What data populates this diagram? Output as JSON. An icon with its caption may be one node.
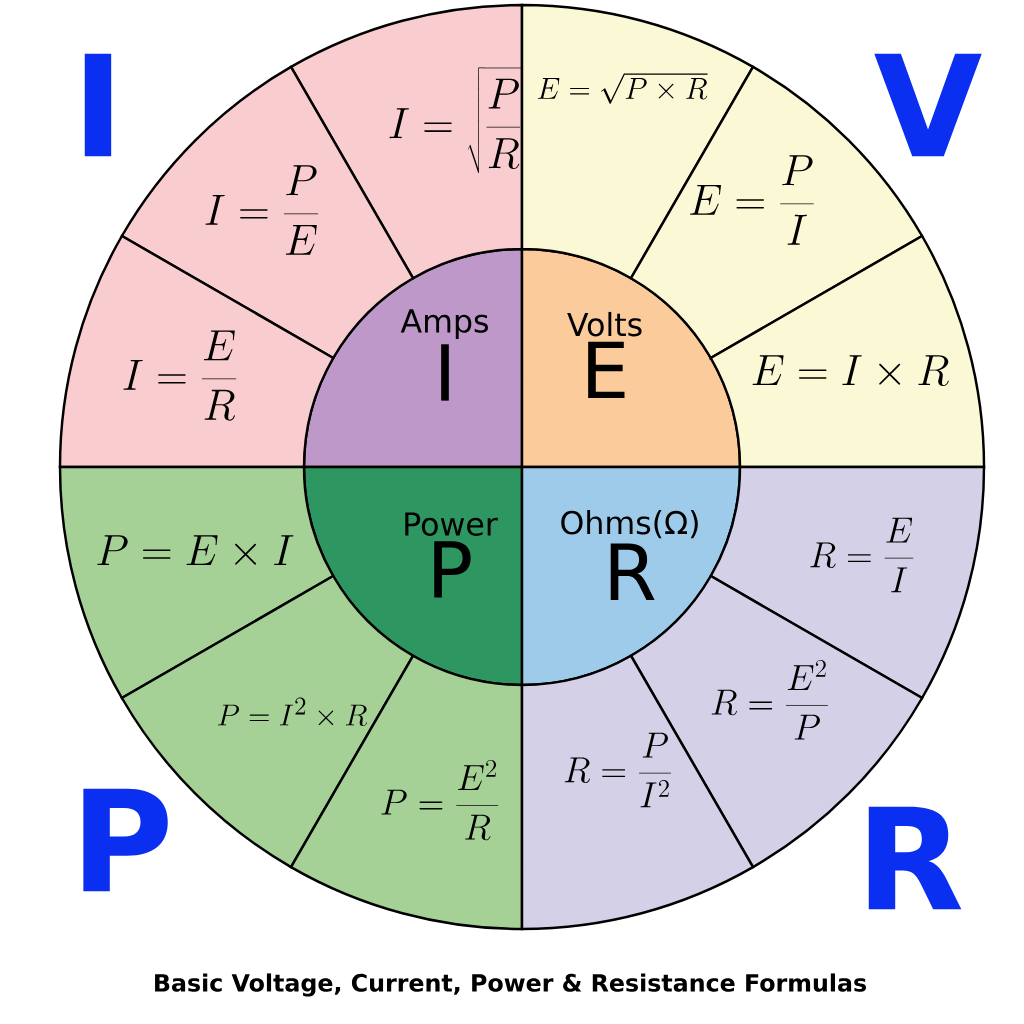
{
  "diagram": {
    "title": "Basic Voltage, Current, Power & Resistance Formulas",
    "nodes": [
      {
        "text": [
          "Amps",
          "I"
        ]
      },
      {
        "text": [
          "Volts",
          "E"
        ]
      },
      {
        "text": [
          "Power",
          "P"
        ]
      },
      {
        "text": [
          "Ohms(Ω)",
          "R"
        ]
      },
      {
        "text": [
          "I=\\sqrt{\\frac{P}{R}}"
        ]
      },
      {
        "text": [
          "I=\\frac{P}{E}"
        ]
      },
      {
        "text": [
          "I=\\frac{E}{R}"
        ]
      },
      {
        "text": [
          "E=\\sqrt{P\\times R}"
        ]
      },
      {
        "text": [
          "E=\\frac{P}{I}"
        ]
      },
      {
        "text": [
          "E=I\\times R"
        ]
      },
      {
        "text": [
          "P=E\\times I"
        ]
      },
      {
        "text": [
          "P=I^{2}\\times R"
        ]
      },
      {
        "text": [
          "P=\\frac{E^{2}}{R}"
        ]
      },
      {
        "text": [
          "R=\\frac{E}{I}"
        ]
      },
      {
        "text": [
          "R=\\frac{E^{2}}{P}"
        ]
      },
      {
        "text": [
          "R=\\frac{P}{I^{2}}"
        ]
      }
    ],
    "labels": [
      "I",
      "V",
      "P",
      "R"
    ]
  }
}
